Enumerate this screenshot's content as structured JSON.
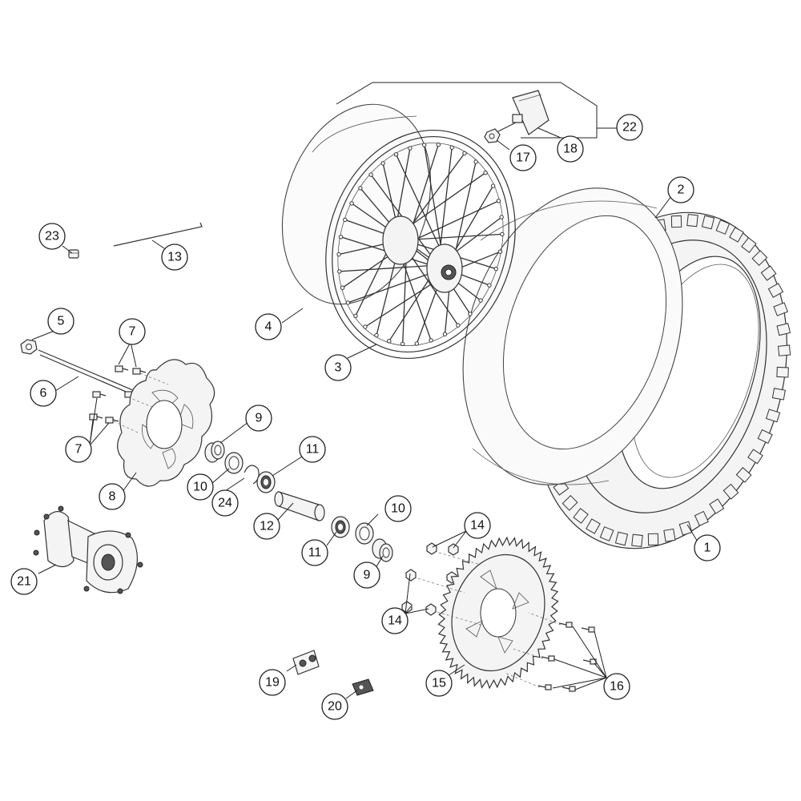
{
  "callouts": [
    {
      "id": "c1",
      "label": "1"
    },
    {
      "id": "c2",
      "label": "2"
    },
    {
      "id": "c3",
      "label": "3"
    },
    {
      "id": "c4",
      "label": "4"
    },
    {
      "id": "c5",
      "label": "5"
    },
    {
      "id": "c6",
      "label": "6"
    },
    {
      "id": "c7a",
      "label": "7"
    },
    {
      "id": "c7b",
      "label": "7"
    },
    {
      "id": "c8",
      "label": "8"
    },
    {
      "id": "c9a",
      "label": "9"
    },
    {
      "id": "c9b",
      "label": "9"
    },
    {
      "id": "c10a",
      "label": "10"
    },
    {
      "id": "c10b",
      "label": "10"
    },
    {
      "id": "c11a",
      "label": "11"
    },
    {
      "id": "c11b",
      "label": "11"
    },
    {
      "id": "c12",
      "label": "12"
    },
    {
      "id": "c13",
      "label": "13"
    },
    {
      "id": "c14a",
      "label": "14"
    },
    {
      "id": "c14b",
      "label": "14"
    },
    {
      "id": "c15",
      "label": "15"
    },
    {
      "id": "c16",
      "label": "16"
    },
    {
      "id": "c17",
      "label": "17"
    },
    {
      "id": "c18",
      "label": "18"
    },
    {
      "id": "c19",
      "label": "19"
    },
    {
      "id": "c20",
      "label": "20"
    },
    {
      "id": "c21",
      "label": "21"
    },
    {
      "id": "c22",
      "label": "22"
    },
    {
      "id": "c23",
      "label": "23"
    },
    {
      "id": "c24",
      "label": "24"
    }
  ]
}
